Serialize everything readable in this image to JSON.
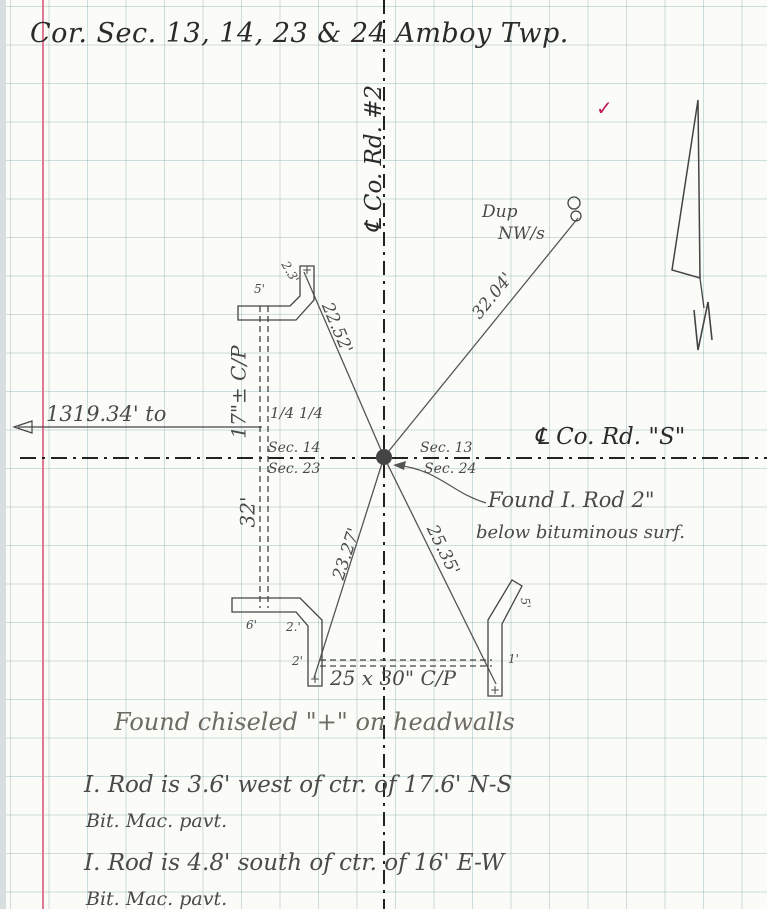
{
  "title": "Cor. Sec. 13, 14, 23 & 24 Amboy Twp.",
  "check_mark": "✓",
  "road_north": "℄ Co. Rd. #2",
  "road_east": "℄ Co. Rd. \"S\"",
  "north_label": "N",
  "sections": {
    "nw": "Sec. 14",
    "ne": "Sec. 13",
    "sw": "Sec. 23",
    "se": "Sec. 24"
  },
  "quarter": "1/4 1/4",
  "distance_west": "1319.34' to",
  "pipe_north": "17\"± C/P",
  "pipe_west": "32'",
  "pipe_south": "25 x 30\" C/P",
  "ties": {
    "nne": "22.52'",
    "ne": "32.04'",
    "sw": "23.27'",
    "se": "25.35'"
  },
  "witness": {
    "label": "Dup",
    "sub": "NW/s"
  },
  "found_rod": {
    "line1": "Found I. Rod 2\"",
    "line2": "below bituminous surf."
  },
  "headwall_dims": {
    "n1": "5'",
    "n2": "2.3'",
    "sw1": "6'",
    "sw2": "2.'",
    "sw3": "2'",
    "se1": "5'",
    "se2": "1'"
  },
  "notes": {
    "headwalls": "Found chiseled \"+\" on headwalls",
    "line1": "I. Rod is 3.6' west of ctr. of 17.6' N-S",
    "line2": "Bit. Mac. pavt.",
    "line3": "I. Rod is 4.8' south of ctr. of 16' E-W",
    "line4": "Bit. Mac. pavt."
  }
}
